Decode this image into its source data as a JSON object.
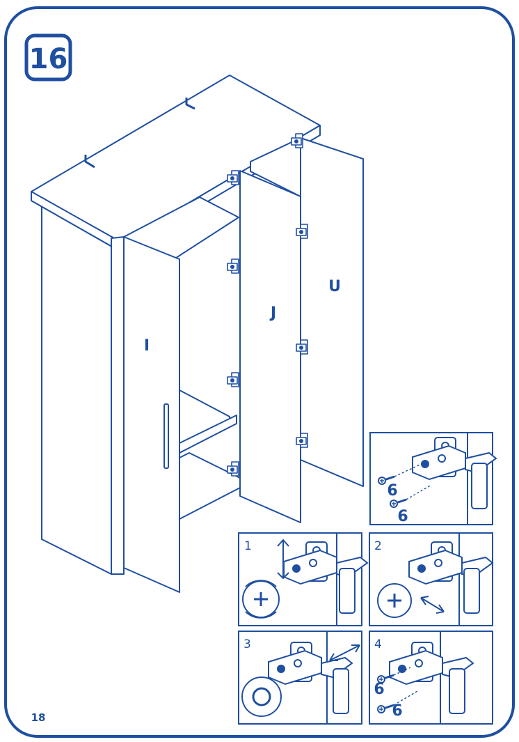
{
  "step": {
    "number": "16"
  },
  "page_number": "18",
  "parts": {
    "left_door": "I",
    "middle_door": "J",
    "right_door": "U"
  },
  "detail_top": {
    "screw_qty_1": "6",
    "screw_qty_2": "6"
  },
  "details": [
    {
      "number": "1"
    },
    {
      "number": "2"
    },
    {
      "number": "3"
    },
    {
      "number": "4",
      "screw_qty_1": "6",
      "screw_qty_2": "6"
    }
  ],
  "colors": {
    "line": "#1f4fa0",
    "fill": "#ffffff",
    "shade": "#dde4f0"
  }
}
